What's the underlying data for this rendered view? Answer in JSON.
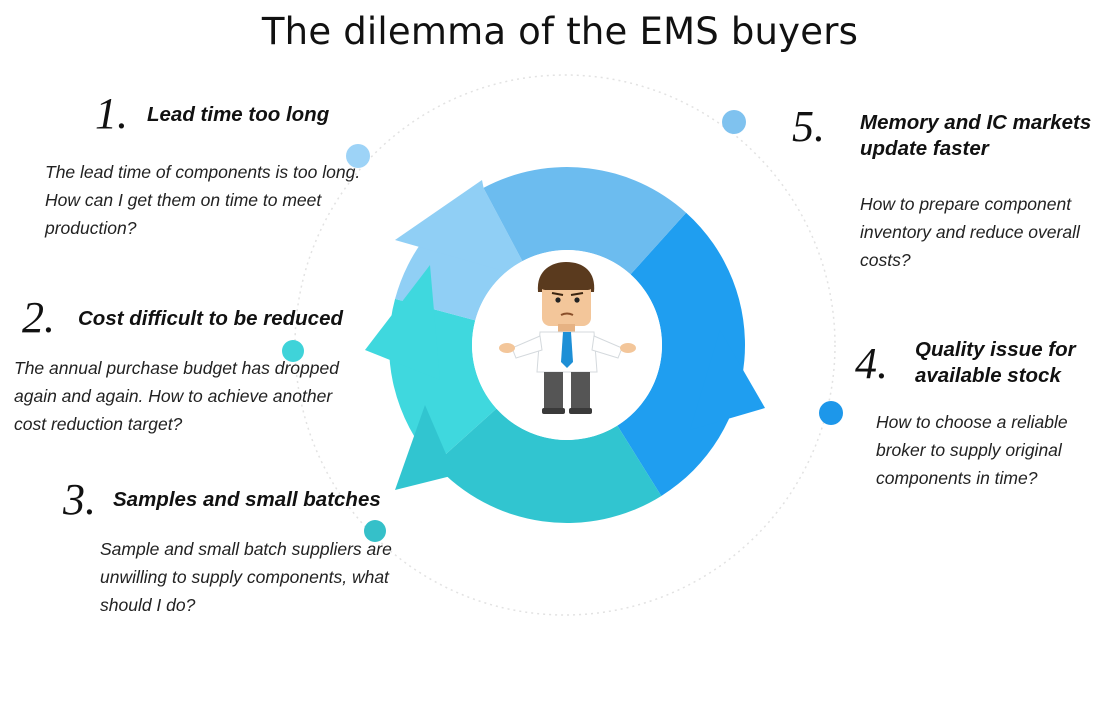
{
  "title": "The dilemma of the EMS buyers",
  "colors": {
    "ring_light_blue": "#90cff5",
    "ring_sky_blue": "#6cbcef",
    "ring_blue": "#1f9ef0",
    "ring_teal": "#31c5d0",
    "ring_aqua": "#3fd8de",
    "dot_1": "#9dd3f7",
    "dot_2": "#3fd3d9",
    "dot_3": "#35c0c9",
    "dot_4": "#1d97ea",
    "dot_5": "#7fc2ef",
    "figure_shirt": "#ffffff",
    "figure_tie": "#1d8fd6",
    "figure_pants": "#555555"
  },
  "icons": [
    "circular-arrows-ring",
    "confused-businessman-figure"
  ],
  "issues": [
    {
      "number": "1.",
      "heading": "Lead  time too long",
      "description": "The lead time of components is too long. How can I get them on time to meet production?"
    },
    {
      "number": "2.",
      "heading": "Cost difficult to be reduced",
      "description": "The annual purchase budget has dropped again and again. How to achieve another cost reduction target?"
    },
    {
      "number": "3.",
      "heading": "Samples and small batches",
      "description": "Sample and small batch suppliers are unwilling to supply components, what should I do?"
    },
    {
      "number": "4.",
      "heading": "Quality issue for available stock",
      "description": "How to choose a reliable broker to supply original components in time?"
    },
    {
      "number": "5.",
      "heading": "Memory and IC markets update faster",
      "description": "How to prepare component inventory and reduce overall costs?"
    }
  ]
}
